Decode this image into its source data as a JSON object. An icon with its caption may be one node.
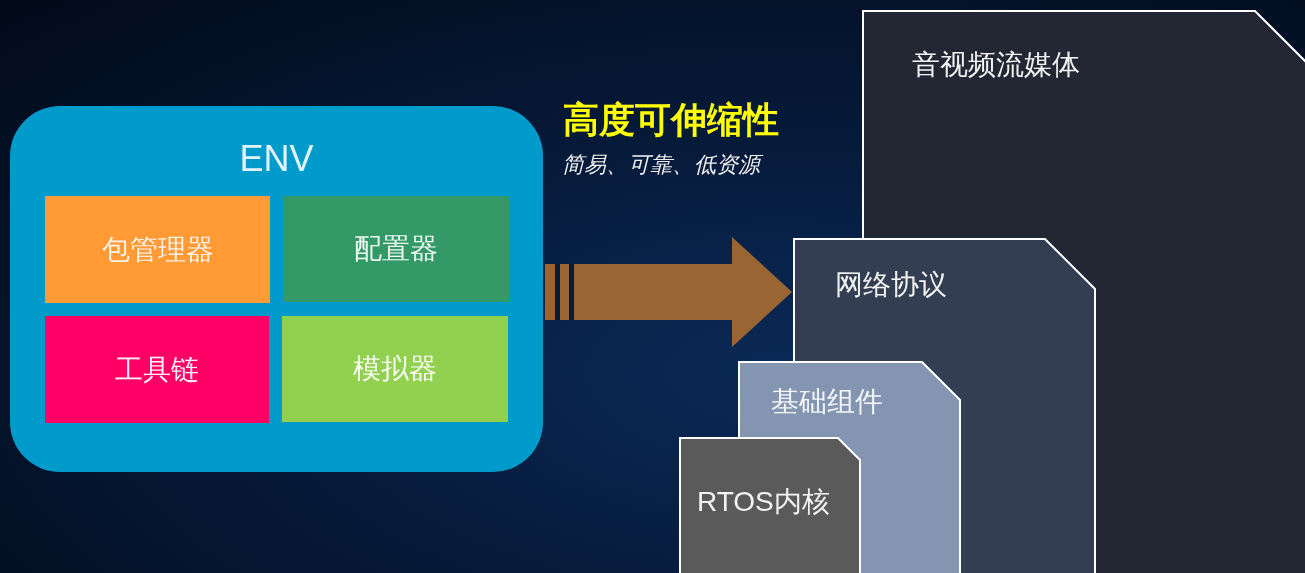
{
  "diagram": {
    "title": "高度可伸缩性",
    "nodes": [
      {
        "text": [
          "ENV"
        ]
      },
      {
        "text": [
          "包管理器"
        ],
        "in": 0
      },
      {
        "text": [
          "配置器"
        ],
        "in": 0
      },
      {
        "text": [
          "工具链"
        ],
        "in": 0
      },
      {
        "text": [
          "模拟器"
        ],
        "in": 0
      },
      {
        "text": [
          "音视频流媒体"
        ]
      },
      {
        "text": [
          "网络协议"
        ]
      },
      {
        "text": [
          "基础组件"
        ]
      },
      {
        "text": [
          "RTOS内核"
        ]
      }
    ],
    "edges": [
      {
        "from": 0,
        "to": 6,
        "arrow": "to",
        "style": "thick"
      }
    ],
    "labels": [
      "简易、可靠、低资源"
    ]
  }
}
